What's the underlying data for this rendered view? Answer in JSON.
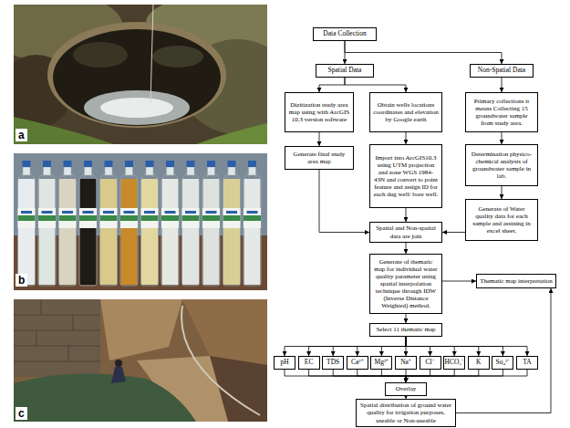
{
  "diagram": {
    "nodes": [
      {
        "text": [
          "Data Collection"
        ]
      },
      {
        "text": [
          "Spatial Data"
        ]
      },
      {
        "text": [
          "Non-Spatial Data"
        ]
      },
      {
        "text": [
          "Dizitization study area map using with ArcGIS 10.3 version software"
        ]
      },
      {
        "text": [
          "Obtain wells locations coordinates and elevation by Google earth"
        ]
      },
      {
        "text": [
          "Primary collections it means Collecting 15 groundwater sample from study area."
        ]
      },
      {
        "text": [
          "Generate final study area map"
        ]
      },
      {
        "text": [
          "Import into ArcGIS10.3 using UTM projection and zone WGS 1984-43N and convert to point feature and assign ID for each dug well/ bore well."
        ]
      },
      {
        "text": [
          "Determination physico-chemical analysis of groundwater sample in lab."
        ]
      },
      {
        "text": [
          "Generate of Water quality data for each sample and assining in excel sheet."
        ]
      },
      {
        "text": [
          "Spatial and Non-spatial data are join"
        ]
      },
      {
        "text": [
          "Generate of thematic map for individual water quality parameter using spatial interpolation technique through IDW (Inverse Distance Weighted) method."
        ]
      },
      {
        "text": [
          "Thematic map interpretation"
        ]
      },
      {
        "text": [
          "Select 11 thematic map"
        ]
      },
      {
        "text": [
          "pH"
        ]
      },
      {
        "text": [
          "EC"
        ]
      },
      {
        "text": [
          "TDS"
        ]
      },
      {
        "text": [
          "Ca²⁺"
        ]
      },
      {
        "text": [
          "Mg²⁺"
        ]
      },
      {
        "text": [
          "Na⁺"
        ]
      },
      {
        "text": [
          "Cl⁻"
        ]
      },
      {
        "text": [
          "HCO₃⁻"
        ]
      },
      {
        "text": [
          "K"
        ]
      },
      {
        "text": [
          "So₄²⁻"
        ]
      },
      {
        "text": [
          "TA"
        ]
      },
      {
        "text": [
          "Overlay"
        ]
      },
      {
        "text": [
          "Spatial distribution of ground water quality for irrigation purposes, useable or Non-useable"
        ]
      }
    ],
    "edges": [
      {
        "from": 0,
        "to": 1,
        "arrow": "to"
      },
      {
        "from": 0,
        "to": 2,
        "arrow": "to"
      },
      {
        "from": 1,
        "to": 3,
        "arrow": "to"
      },
      {
        "from": 1,
        "to": 4,
        "arrow": "to"
      },
      {
        "from": 2,
        "to": 5,
        "arrow": "to"
      },
      {
        "from": 3,
        "to": 6,
        "arrow": "to"
      },
      {
        "from": 4,
        "to": 7,
        "arrow": "to"
      },
      {
        "from": 5,
        "to": 8,
        "arrow": "to"
      },
      {
        "from": 8,
        "to": 9,
        "arrow": "to"
      },
      {
        "from": 7,
        "to": 10,
        "arrow": "to"
      },
      {
        "from": 9,
        "to": 10,
        "arrow": "to"
      },
      {
        "from": 6,
        "to": 10,
        "arrow": "to"
      },
      {
        "from": 10,
        "to": 11,
        "arrow": "to"
      },
      {
        "from": 11,
        "to": 12,
        "arrow": "to"
      },
      {
        "from": 11,
        "to": 13,
        "arrow": "to"
      },
      {
        "from": 13,
        "to": 14,
        "arrow": "to"
      },
      {
        "from": 13,
        "to": 15,
        "arrow": "to"
      },
      {
        "from": 13,
        "to": 16,
        "arrow": "to"
      },
      {
        "from": 13,
        "to": 17,
        "arrow": "to"
      },
      {
        "from": 13,
        "to": 18,
        "arrow": "to"
      },
      {
        "from": 13,
        "to": 19,
        "arrow": "to"
      },
      {
        "from": 13,
        "to": 20,
        "arrow": "to"
      },
      {
        "from": 13,
        "to": 21,
        "arrow": "to"
      },
      {
        "from": 13,
        "to": 22,
        "arrow": "to"
      },
      {
        "from": 13,
        "to": 23,
        "arrow": "to"
      },
      {
        "from": 13,
        "to": 24,
        "arrow": "to"
      },
      {
        "from": 14,
        "to": 25,
        "arrow": "to"
      },
      {
        "from": 15,
        "to": 25,
        "arrow": "to"
      },
      {
        "from": 16,
        "to": 25,
        "arrow": "to"
      },
      {
        "from": 17,
        "to": 25,
        "arrow": "to"
      },
      {
        "from": 18,
        "to": 25,
        "arrow": "to"
      },
      {
        "from": 19,
        "to": 25,
        "arrow": "to"
      },
      {
        "from": 20,
        "to": 25,
        "arrow": "to"
      },
      {
        "from": 21,
        "to": 25,
        "arrow": "to"
      },
      {
        "from": 22,
        "to": 25,
        "arrow": "to"
      },
      {
        "from": 23,
        "to": 25,
        "arrow": "to"
      },
      {
        "from": 24,
        "to": 25,
        "arrow": "to"
      },
      {
        "from": 25,
        "to": 26,
        "arrow": "to"
      },
      {
        "from": 26,
        "to": 12,
        "arrow": "to"
      }
    ],
    "labels": [
      "a",
      "b",
      "c"
    ]
  }
}
